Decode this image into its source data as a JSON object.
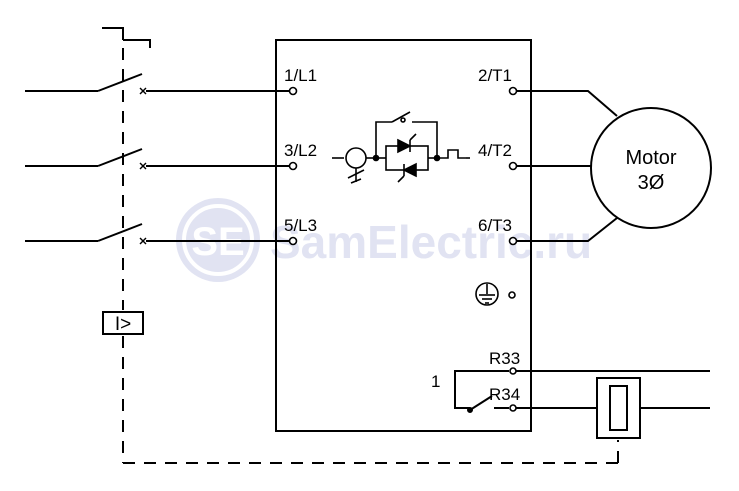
{
  "diagram": {
    "terminals": {
      "l1": "1/L1",
      "l2": "3/L2",
      "l3": "5/L3",
      "t1": "2/T1",
      "t2": "4/T2",
      "t3": "6/T3",
      "r33": "R33",
      "r34": "R34"
    },
    "relay_number": "1",
    "motor": {
      "line1": "Motor",
      "line2": "3Ø"
    },
    "overcurrent_label": "I>",
    "watermark": {
      "logo": "SE",
      "text": "SamElectric.ru",
      "color": "#c9cde8"
    },
    "colors": {
      "line": "#000000",
      "background": "#ffffff"
    }
  }
}
